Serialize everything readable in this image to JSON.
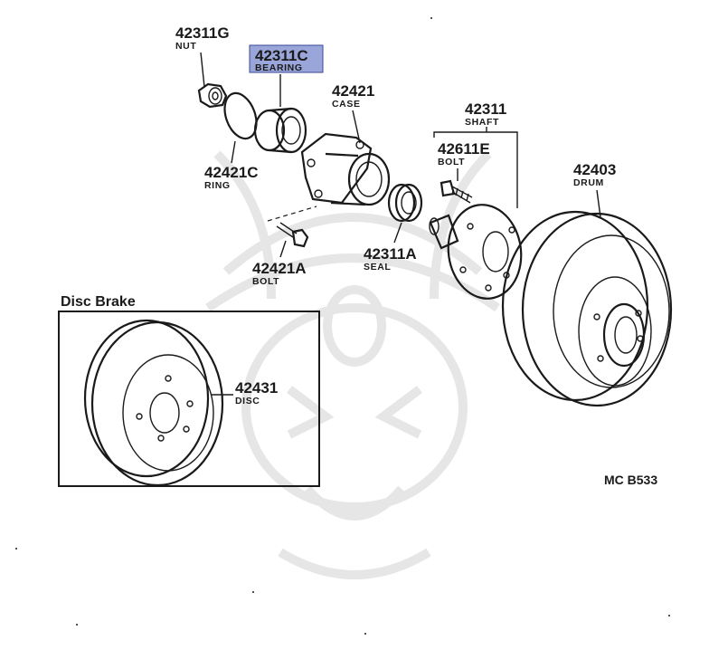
{
  "parts": {
    "nut": {
      "number": "42311G",
      "name": "NUT"
    },
    "bearing": {
      "number": "42311C",
      "name": "BEARING",
      "highlight_color": "#9aa6d9"
    },
    "ring": {
      "number": "42421C",
      "name": "RING"
    },
    "case": {
      "number": "42421",
      "name": "CASE"
    },
    "case_bolt": {
      "number": "42421A",
      "name": "BOLT"
    },
    "seal": {
      "number": "42311A",
      "name": "SEAL"
    },
    "shaft": {
      "number": "42311",
      "name": "SHAFT"
    },
    "hub_bolt": {
      "number": "42611E",
      "name": "BOLT"
    },
    "drum": {
      "number": "42403",
      "name": "DRUM"
    },
    "disc": {
      "number": "42431",
      "name": "DISC"
    }
  },
  "inset": {
    "title": "Disc Brake"
  },
  "diagram_code": "MC B533"
}
